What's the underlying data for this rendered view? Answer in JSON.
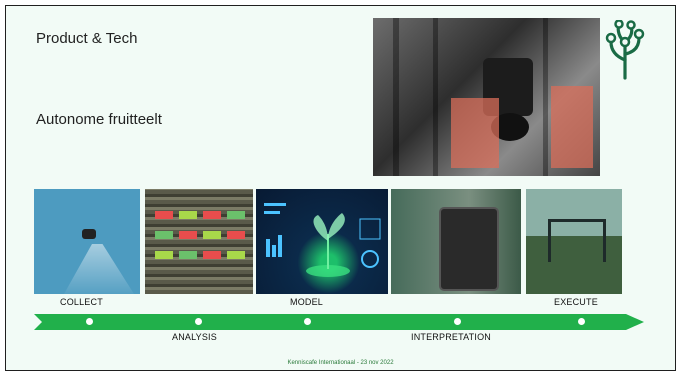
{
  "slide": {
    "title": "Product & Tech",
    "subtitle": "Autonome fruitteelt",
    "footer": "Kenniscafe Internationaal - 23 nov 2022"
  },
  "timeline": {
    "top_labels": [
      "COLLECT",
      "MODEL",
      "EXECUTE"
    ],
    "bottom_labels": [
      "ANALYSIS",
      "INTERPRETATION"
    ],
    "arrow_color": "#21b04b"
  },
  "images": {
    "hero": "tractor-with-sensor-panels-image",
    "logo": "tree-circuit-logo-icon",
    "thumbnails": [
      "drone-collect-image",
      "field-analysis-image",
      "plant-model-image",
      "tablet-interpretation-image",
      "robot-execute-image"
    ]
  },
  "colors": {
    "background": "#f2fbf6",
    "accent": "#21b04b",
    "logo": "#1a6b45"
  }
}
